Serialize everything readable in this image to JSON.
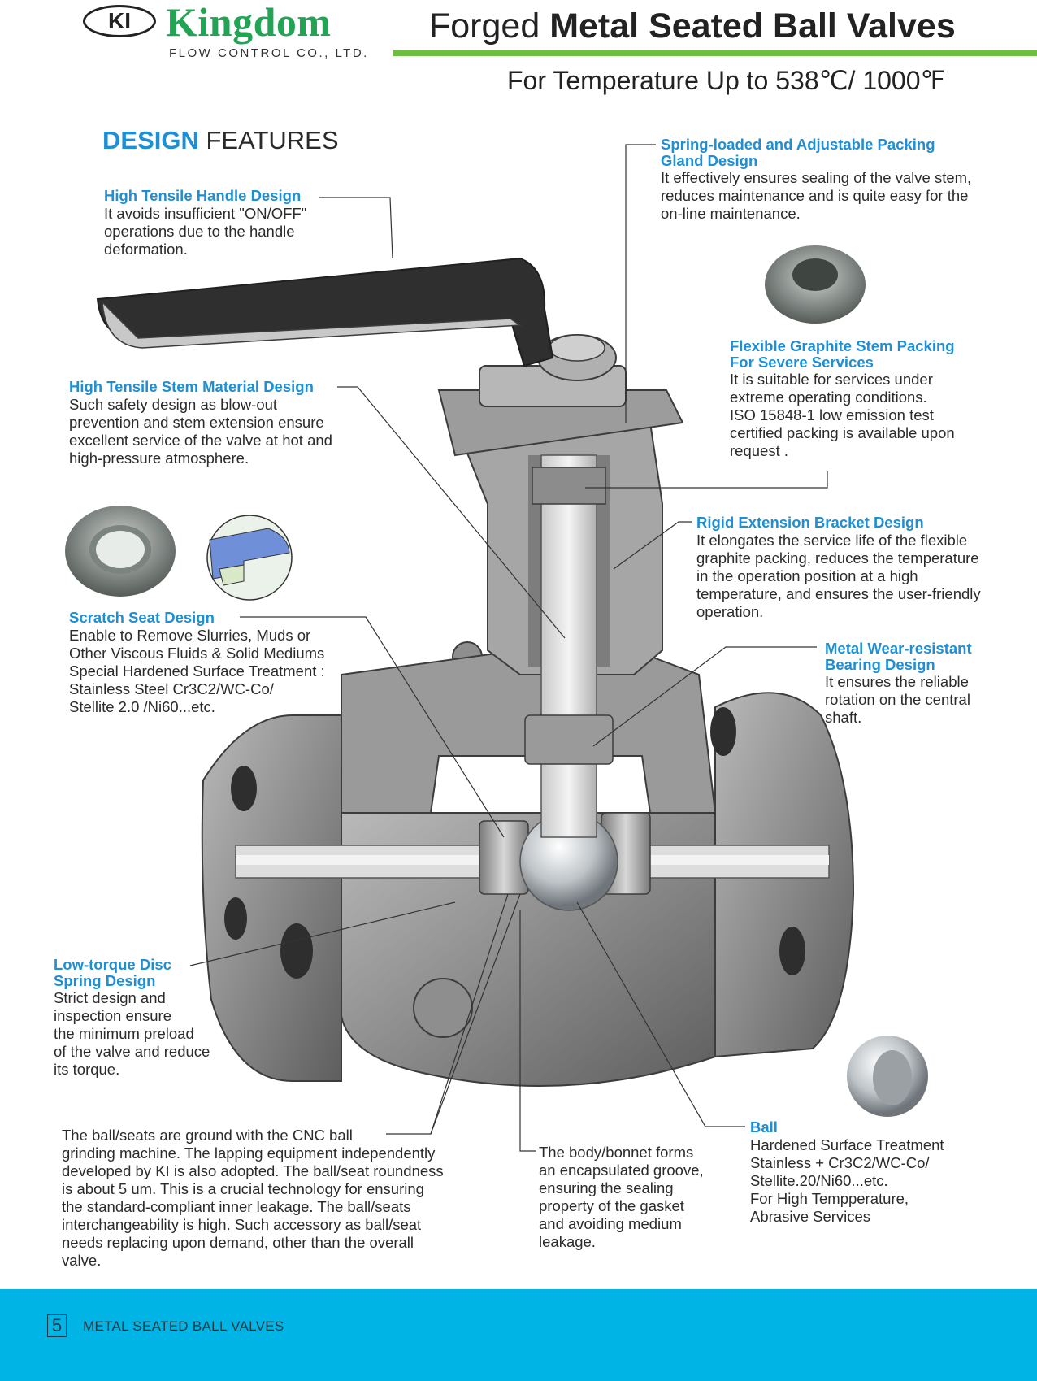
{
  "header": {
    "logo_badge": "KI",
    "logo_name": "Kingdom",
    "logo_subtitle": "FLOW CONTROL CO., LTD.",
    "title_light": "Forged ",
    "title_bold": "Metal Seated Ball Valves",
    "subtitle": "For Temperature Up to 538℃/ 1000℉"
  },
  "section": {
    "heading_bold": "DESIGN",
    "heading_rest": " FEATURES"
  },
  "features": {
    "handle": {
      "title": "High Tensile Handle Design",
      "desc": "It avoids insufficient \"ON/OFF\"\noperations due to the handle\ndeformation."
    },
    "packing_gland": {
      "title": "Spring-loaded and Adjustable Packing\nGland Design",
      "desc": "It effectively ensures sealing of the valve stem,\nreduces maintenance and is quite easy for the\non-line maintenance."
    },
    "graphite_packing": {
      "title": "Flexible Graphite Stem Packing\nFor Severe Services",
      "desc": "It is suitable for services under\nextreme operating conditions.\nISO 15848-1 low emission test\ncertified packing is available upon\nrequest ."
    },
    "stem_material": {
      "title": "High Tensile Stem Material Design",
      "desc": "Such safety design as blow-out\nprevention and stem extension ensure\nexcellent service of the valve at hot and\nhigh-pressure atmosphere."
    },
    "extension_bracket": {
      "title": "Rigid Extension Bracket Design",
      "desc": "It elongates the service life of the flexible\ngraphite packing, reduces the temperature\nin the operation position at a high\ntemperature, and ensures the user-friendly\noperation."
    },
    "scratch_seat": {
      "title": "Scratch Seat Design",
      "desc": "Enable to Remove Slurries, Muds or\nOther Viscous Fluids & Solid Mediums\nSpecial Hardened Surface Treatment :\nStainless Steel Cr3C2/WC-Co/\nStellite 2.0 /Ni60...etc."
    },
    "bearing": {
      "title": "Metal Wear-resistant\nBearing Design",
      "desc": "It ensures the reliable\nrotation on the central\nshaft."
    },
    "disc_spring": {
      "title": "Low-torque Disc\nSpring Design",
      "desc": "Strict design and\ninspection ensure\nthe minimum preload\nof the valve and reduce\nits torque."
    },
    "ball_seats": {
      "desc": "The ball/seats are ground with the CNC ball\ngrinding machine. The lapping equipment independently\ndeveloped by KI is also adopted. The ball/seat roundness\nis about 5 um. This is a crucial technology for ensuring\nthe standard-compliant inner leakage. The ball/seats\ninterchangeability is high. Such accessory as ball/seat\nneeds replacing upon demand, other than the overall\nvalve."
    },
    "body_bonnet": {
      "desc": "The body/bonnet forms\nan encapsulated groove,\nensuring the sealing\nproperty of the gasket\nand avoiding medium\nleakage."
    },
    "ball": {
      "title": "Ball",
      "desc": "Hardened Surface Treatment\nStainless + Cr3C2/WC-Co/\nStellite.20/Ni60...etc.\nFor High Tempperature,\nAbrasive Services"
    }
  },
  "footer": {
    "page_number": "5",
    "label": "METAL SEATED BALL VALVES"
  },
  "colors": {
    "accent_blue": "#1e8fd4",
    "brand_green": "#23a455",
    "bar_green": "#6cbf3f",
    "footer_cyan": "#00b5e6"
  }
}
